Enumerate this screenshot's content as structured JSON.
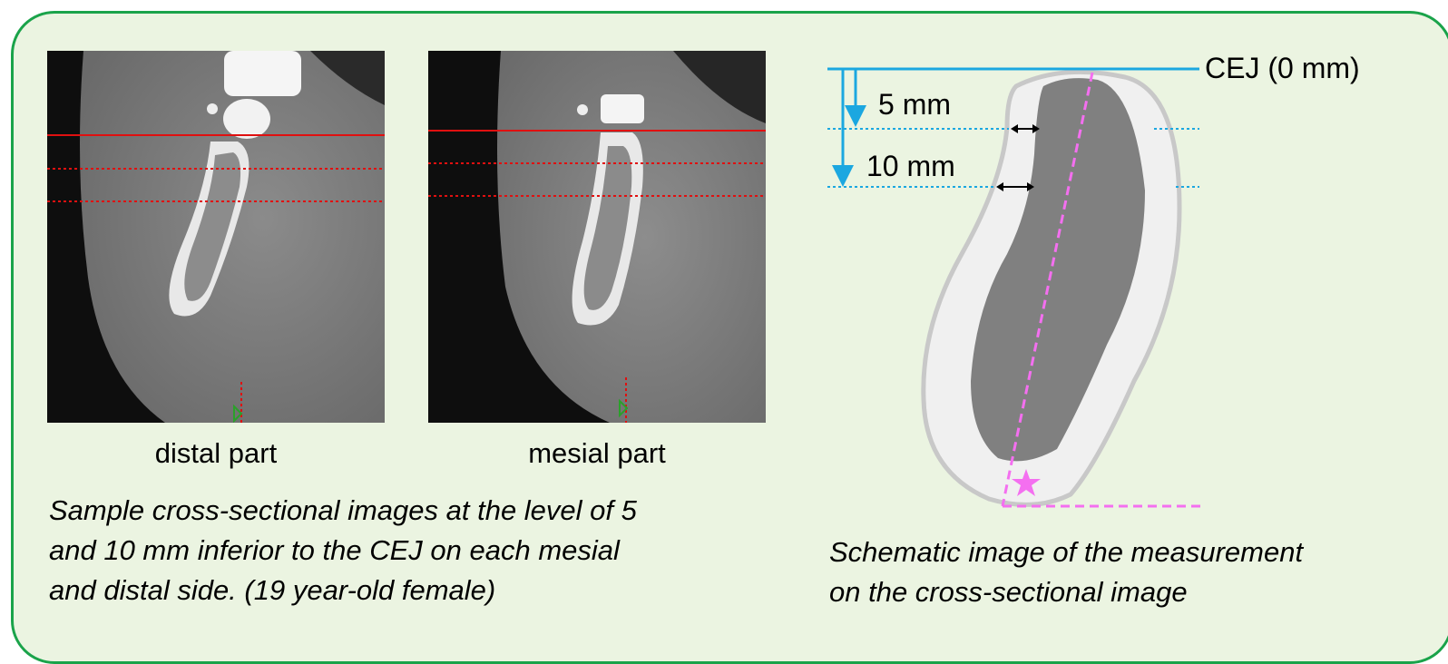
{
  "images": {
    "left_caption": "distal part",
    "right_caption": "mesial part"
  },
  "left_text": {
    "line1": "Sample cross-sectional images at the level of 5",
    "line2": "and 10 mm inferior to the CEJ on each mesial",
    "line3": "and distal side. (19 year-old female)"
  },
  "schematic": {
    "cej_label": "CEJ (0 mm)",
    "mm5_label": "5 mm",
    "mm10_label": "10 mm",
    "caption_line1": "Schematic image of the measurement",
    "caption_line2": "on the cross-sectional image",
    "colors": {
      "ref_line": "#1ba7e0",
      "axis_line": "#f46ff0",
      "bone_outer": "#f0f0f0",
      "bone_inner": "#808080",
      "panel_bg": "#ebf4e1",
      "panel_border": "#1aa34a"
    },
    "icons": [
      "arrow-down-icon",
      "double-arrow-icon",
      "star-icon"
    ]
  }
}
